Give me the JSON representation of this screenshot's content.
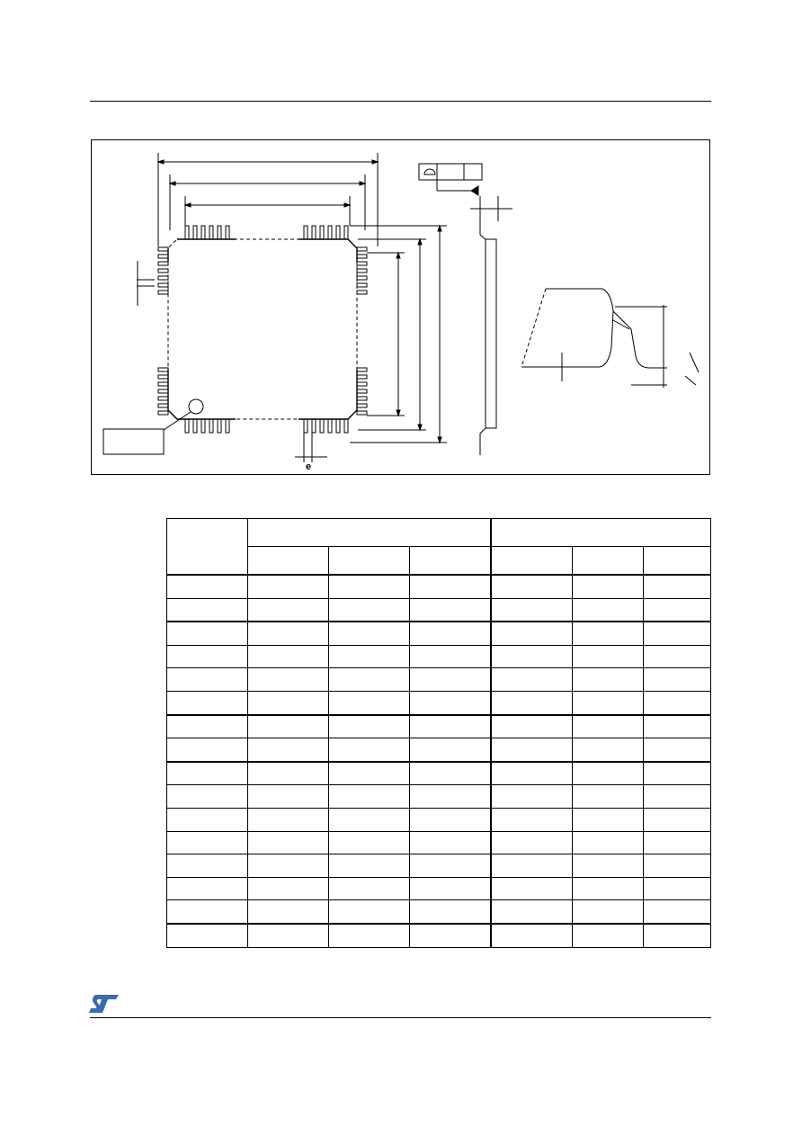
{
  "figure": {
    "pitch_label": "e"
  },
  "table": {
    "columns": 7,
    "rows": 16
  },
  "logo": {
    "text": "ST",
    "color": "#3a6ab4"
  }
}
